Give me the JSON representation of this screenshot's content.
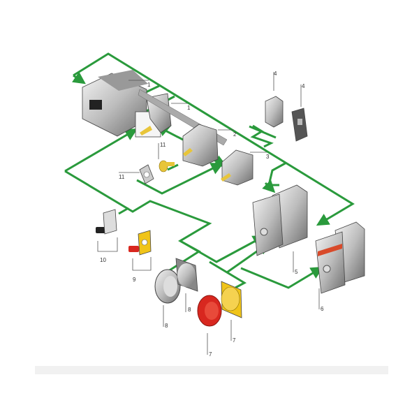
{
  "diagram": {
    "accent_color": "#2a9a3c",
    "labels": {
      "main_switch": "1",
      "auxiliary_module": "1",
      "pole_module": "2",
      "pole_module_b": "3",
      "terminal_a": "4",
      "terminal_b": "4",
      "enclosure_small": "5",
      "enclosure_large": "6",
      "knob_yellow": "7",
      "knob_red": "7",
      "bezel_gray": "8",
      "knob_gray": "8",
      "handle_red": "9",
      "handle_black": "10",
      "shaft_coupler": "11",
      "mounting_plate": "11"
    }
  }
}
